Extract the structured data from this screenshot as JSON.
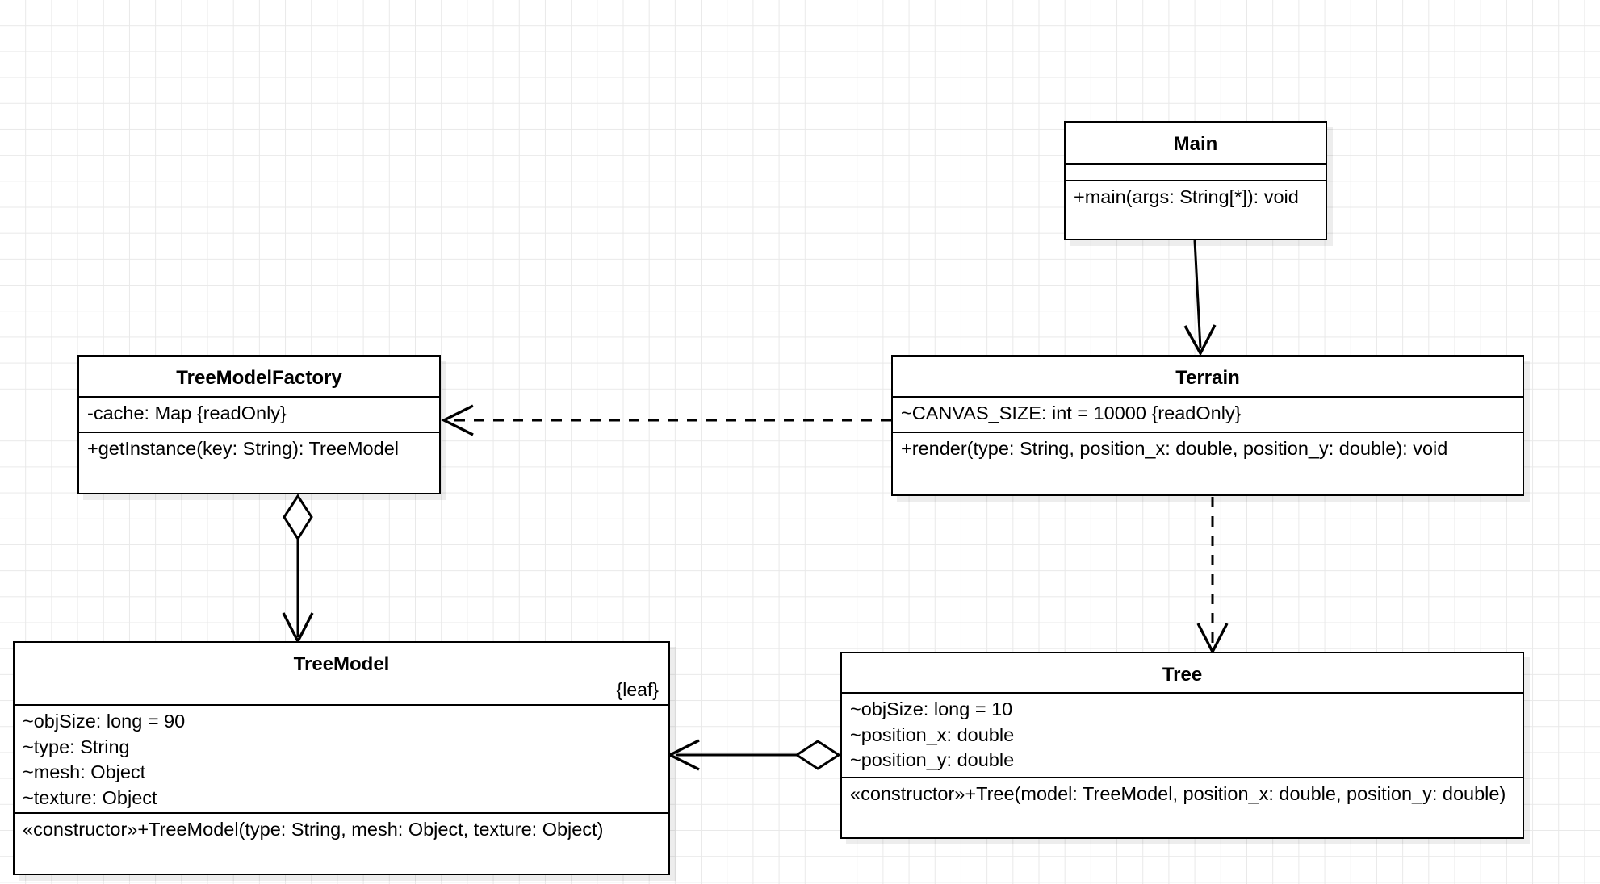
{
  "diagram": {
    "kind": "uml-class-diagram",
    "background": "#ffffff",
    "grid_color": "#e9e9e9",
    "line_color": "#000000"
  },
  "classes": {
    "main": {
      "name": "Main",
      "attributes": [],
      "methods": [
        {
          "text": "+main(args: String[*]): void",
          "static": true
        }
      ]
    },
    "tree_model_factory": {
      "name": "TreeModelFactory",
      "attributes": [
        {
          "text": "-cache: Map {readOnly}",
          "static": true
        }
      ],
      "methods": [
        {
          "text": "+getInstance(key: String): TreeModel",
          "static": true
        }
      ]
    },
    "terrain": {
      "name": "Terrain",
      "attributes": [
        {
          "text": "~CANVAS_SIZE: int = 10000 {readOnly}",
          "static": true
        }
      ],
      "methods": [
        {
          "text": "+render(type: String, position_x: double, position_y: double): void",
          "static": false
        }
      ]
    },
    "tree_model": {
      "name": "TreeModel",
      "modifier": "{leaf}",
      "attributes": [
        {
          "text": "~objSize: long = 90",
          "static": false
        },
        {
          "text": "~type: String",
          "static": false
        },
        {
          "text": "~mesh: Object",
          "static": false
        },
        {
          "text": "~texture: Object",
          "static": false
        }
      ],
      "methods": [
        {
          "text": "«constructor»+TreeModel(type: String, mesh: Object, texture: Object)",
          "static": false
        }
      ]
    },
    "tree": {
      "name": "Tree",
      "attributes": [
        {
          "text": "~objSize: long = 10",
          "static": false
        },
        {
          "text": "~position_x: double",
          "static": false
        },
        {
          "text": "~position_y: double",
          "static": false
        }
      ],
      "methods": [
        {
          "text": "«constructor»+Tree(model: TreeModel, position_x: double, position_y: double)",
          "static": false
        }
      ]
    }
  },
  "relationships": [
    {
      "id": "main-to-terrain",
      "from": "Main",
      "to": "Terrain",
      "type": "association",
      "style": "solid",
      "head": "open-arrow"
    },
    {
      "id": "terrain-to-factory",
      "from": "Terrain",
      "to": "TreeModelFactory",
      "type": "dependency",
      "style": "dashed",
      "head": "open-arrow"
    },
    {
      "id": "terrain-to-tree",
      "from": "Terrain",
      "to": "Tree",
      "type": "dependency",
      "style": "dashed",
      "head": "open-arrow"
    },
    {
      "id": "factory-to-treemodel",
      "from": "TreeModelFactory",
      "to": "TreeModel",
      "type": "aggregation",
      "style": "solid",
      "head": "open-arrow",
      "tail": "hollow-diamond"
    },
    {
      "id": "tree-to-treemodel",
      "from": "Tree",
      "to": "TreeModel",
      "type": "aggregation",
      "style": "solid",
      "head": "open-arrow",
      "tail": "hollow-diamond"
    }
  ]
}
